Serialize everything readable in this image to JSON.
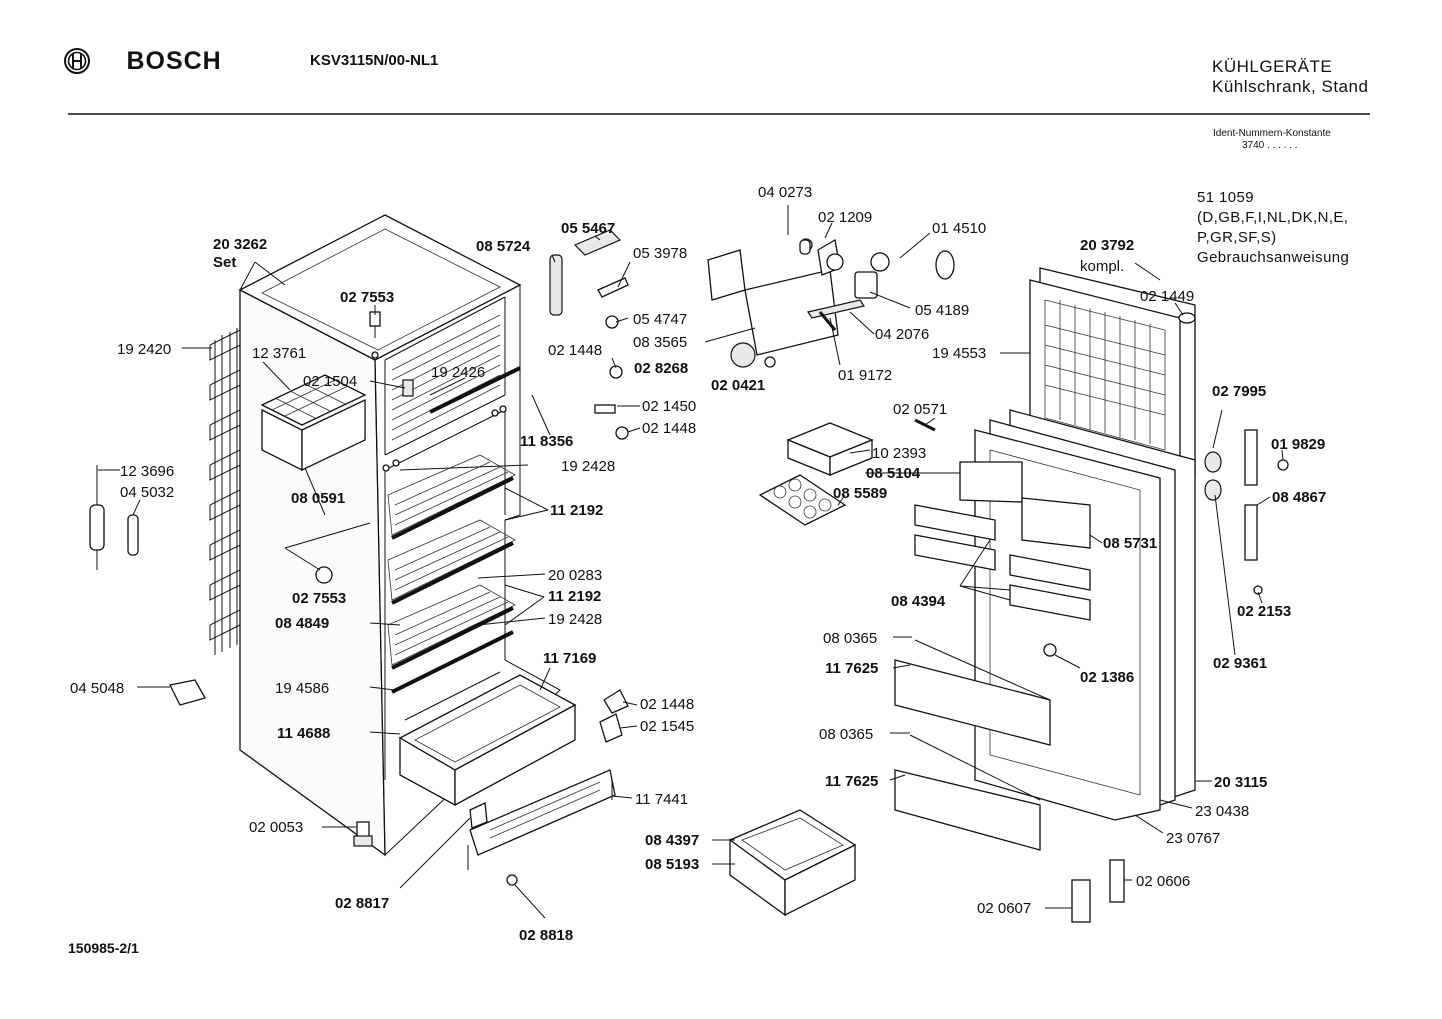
{
  "header": {
    "brand": "BOSCH",
    "model": "KSV3115N/00-NL1",
    "category": "KÜHLGERÄTE",
    "subcategory": "Kühlschrank, Stand",
    "ident_label": "Ident-Nummern-Konstante",
    "ident_value": "3740  . .  . . . ."
  },
  "manual": {
    "part": "51 1059",
    "languages_1": "(D,GB,F,I,NL,DK,N,E,",
    "languages_2": "P,GR,SF,S)",
    "label": "Gebrauchsanweisung"
  },
  "footer": {
    "code": "150985-2/1"
  },
  "labels": [
    {
      "t": "20 3262",
      "b": true
    },
    {
      "t": "Set",
      "b": true
    },
    {
      "t": "19 2420",
      "b": false
    },
    {
      "t": "12 3761",
      "b": false
    },
    {
      "t": "02 7553",
      "b": true
    },
    {
      "t": "02 1504",
      "b": false
    },
    {
      "t": "19 2426",
      "b": false
    },
    {
      "t": "08 5724",
      "b": true
    },
    {
      "t": "05 5467",
      "b": true
    },
    {
      "t": "05 3978",
      "b": false
    },
    {
      "t": "05 4747",
      "b": false
    },
    {
      "t": "08 3565",
      "b": false
    },
    {
      "t": "02 1448",
      "b": false
    },
    {
      "t": "02 8268",
      "b": true
    },
    {
      "t": "02 0421",
      "b": true
    },
    {
      "t": "02 1450",
      "b": false
    },
    {
      "t": "02 1448",
      "b": false
    },
    {
      "t": "11 8356",
      "b": true
    },
    {
      "t": "04 0273",
      "b": false
    },
    {
      "t": "02 1209",
      "b": false
    },
    {
      "t": "01 4510",
      "b": false
    },
    {
      "t": "05 4189",
      "b": false
    },
    {
      "t": "04 2076",
      "b": false
    },
    {
      "t": "01 9172",
      "b": false
    },
    {
      "t": "12 3696",
      "b": false
    },
    {
      "t": "04 5032",
      "b": false
    },
    {
      "t": "08 0591",
      "b": true
    },
    {
      "t": "19 2428",
      "b": false
    },
    {
      "t": "11 2192",
      "b": true
    },
    {
      "t": "02 7553",
      "b": true
    },
    {
      "t": "20 0283",
      "b": false
    },
    {
      "t": "11 2192",
      "b": true
    },
    {
      "t": "08 4849",
      "b": true
    },
    {
      "t": "19 2428",
      "b": false
    },
    {
      "t": "11 7169",
      "b": true
    },
    {
      "t": "19 4586",
      "b": false
    },
    {
      "t": "04 5048",
      "b": false
    },
    {
      "t": "02 1448",
      "b": false
    },
    {
      "t": "02 1545",
      "b": false
    },
    {
      "t": "11 4688",
      "b": true
    },
    {
      "t": "02 0053",
      "b": false
    },
    {
      "t": "11 7441",
      "b": false
    },
    {
      "t": "02 8817",
      "b": true
    },
    {
      "t": "02 8818",
      "b": true
    },
    {
      "t": "20 3792",
      "b": true
    },
    {
      "t": "kompl.",
      "b": false
    },
    {
      "t": "02 1449",
      "b": false
    },
    {
      "t": "19 4553",
      "b": false
    },
    {
      "t": "02 0571",
      "b": false
    },
    {
      "t": "10 2393",
      "b": false
    },
    {
      "t": "08 5104",
      "b": true
    },
    {
      "t": "08 5589",
      "b": true
    },
    {
      "t": "02 7995",
      "b": true
    },
    {
      "t": "01 9829",
      "b": true
    },
    {
      "t": "08 4867",
      "b": true
    },
    {
      "t": "08 5731",
      "b": true
    },
    {
      "t": "08 4394",
      "b": true
    },
    {
      "t": "02 2153",
      "b": true
    },
    {
      "t": "08 0365",
      "b": false
    },
    {
      "t": "02 1386",
      "b": true
    },
    {
      "t": "11 7625",
      "b": true
    },
    {
      "t": "02 9361",
      "b": true
    },
    {
      "t": "08 0365",
      "b": false
    },
    {
      "t": "11 7625",
      "b": true
    },
    {
      "t": "20 3115",
      "b": true
    },
    {
      "t": "23 0438",
      "b": false
    },
    {
      "t": "23 0767",
      "b": false
    },
    {
      "t": "08 4397",
      "b": true
    },
    {
      "t": "08 5193",
      "b": true
    },
    {
      "t": "02 0606",
      "b": false
    },
    {
      "t": "02 0607",
      "b": false
    }
  ]
}
